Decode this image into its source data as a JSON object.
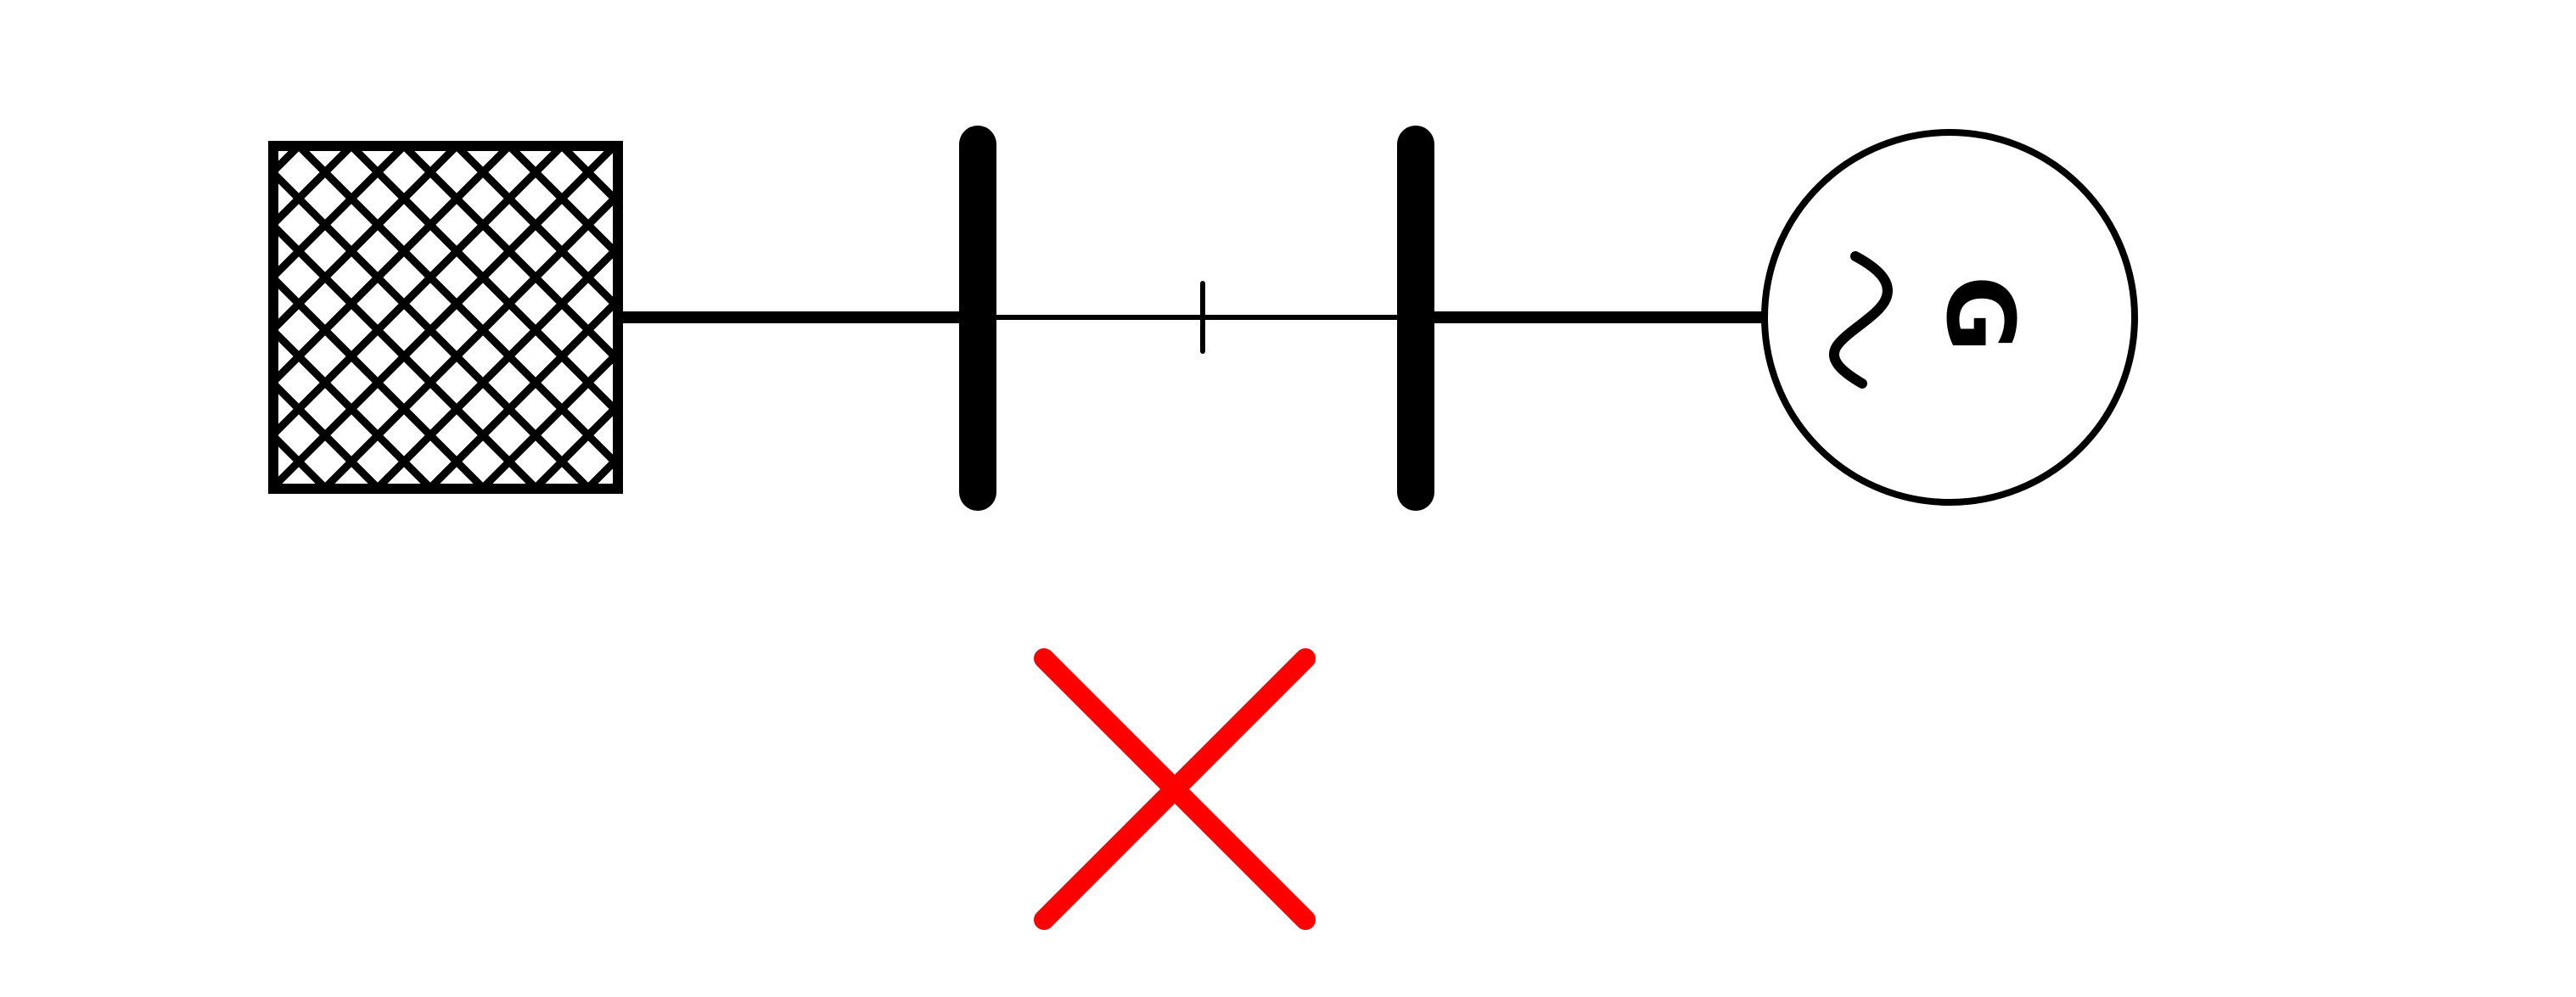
{
  "diagram": {
    "external_grid": {
      "icon": "external-grid-hatched-box",
      "color": "#000000"
    },
    "bus_bars": [
      {
        "icon": "bus-bar"
      },
      {
        "icon": "bus-bar"
      }
    ],
    "line": {
      "icon": "transmission-line",
      "marker": "tick-mark"
    },
    "generator": {
      "icon": "generator-circle",
      "symbol": "~",
      "label": "G",
      "label_orientation": "rotated-90-clockwise"
    },
    "error_marker": {
      "icon": "red-x-icon",
      "color": "#ff0000"
    }
  }
}
